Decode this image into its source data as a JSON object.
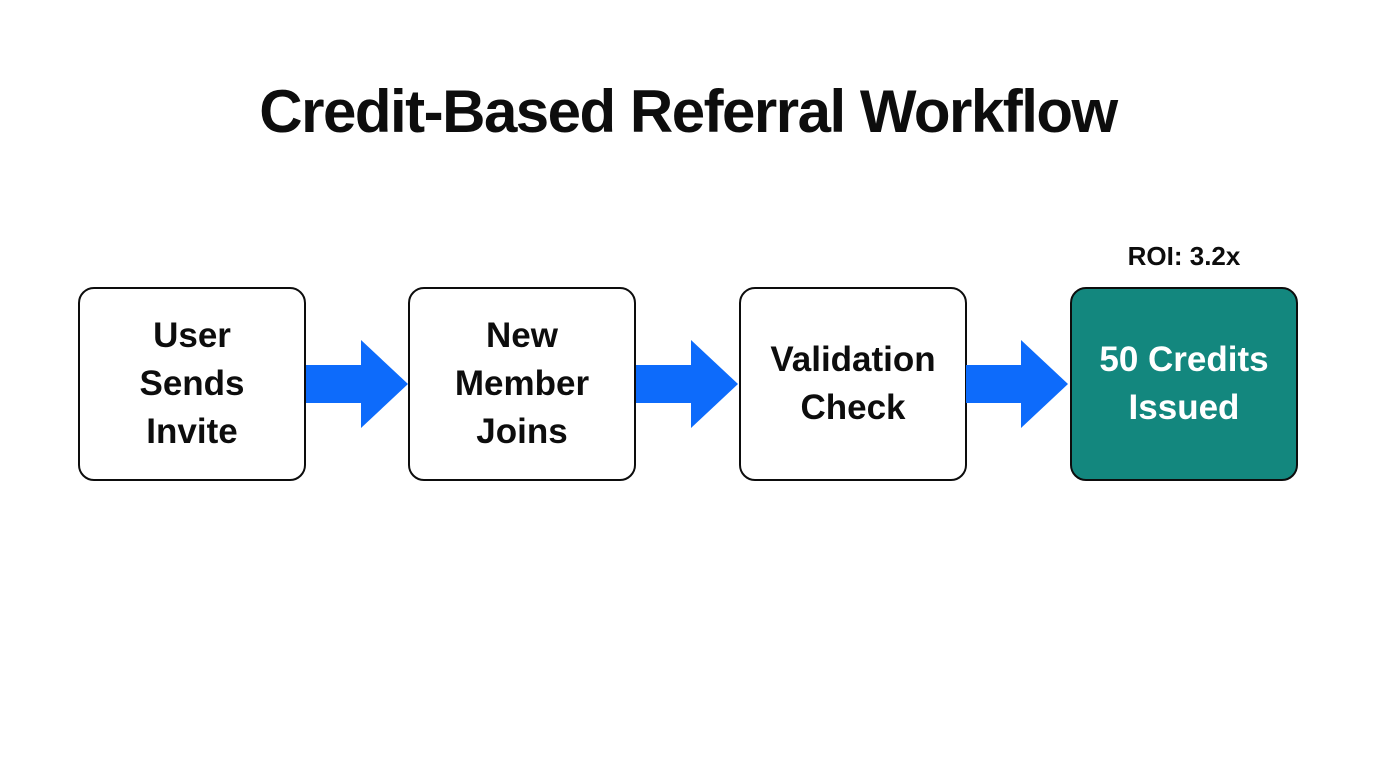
{
  "title": "Credit-Based Referral Workflow",
  "workflow": {
    "steps": [
      {
        "name": "user-sends-invite",
        "lines": [
          "User",
          "Sends",
          "Invite"
        ]
      },
      {
        "name": "new-member-joins",
        "lines": [
          "New",
          "Member",
          "Joins"
        ]
      },
      {
        "name": "validation-check",
        "lines": [
          "Validation",
          "Check"
        ]
      },
      {
        "name": "credits-issued",
        "lines": [
          "50 Credits",
          "Issued"
        ],
        "annotation": "ROI: 3.2x"
      }
    ]
  },
  "colors": {
    "arrow_blue": "#0d6bfb",
    "result_fill": "#13877e",
    "result_text": "#ffffff",
    "box_border": "#0d0d0d",
    "text": "#0d0d0d",
    "background": "#ffffff"
  }
}
